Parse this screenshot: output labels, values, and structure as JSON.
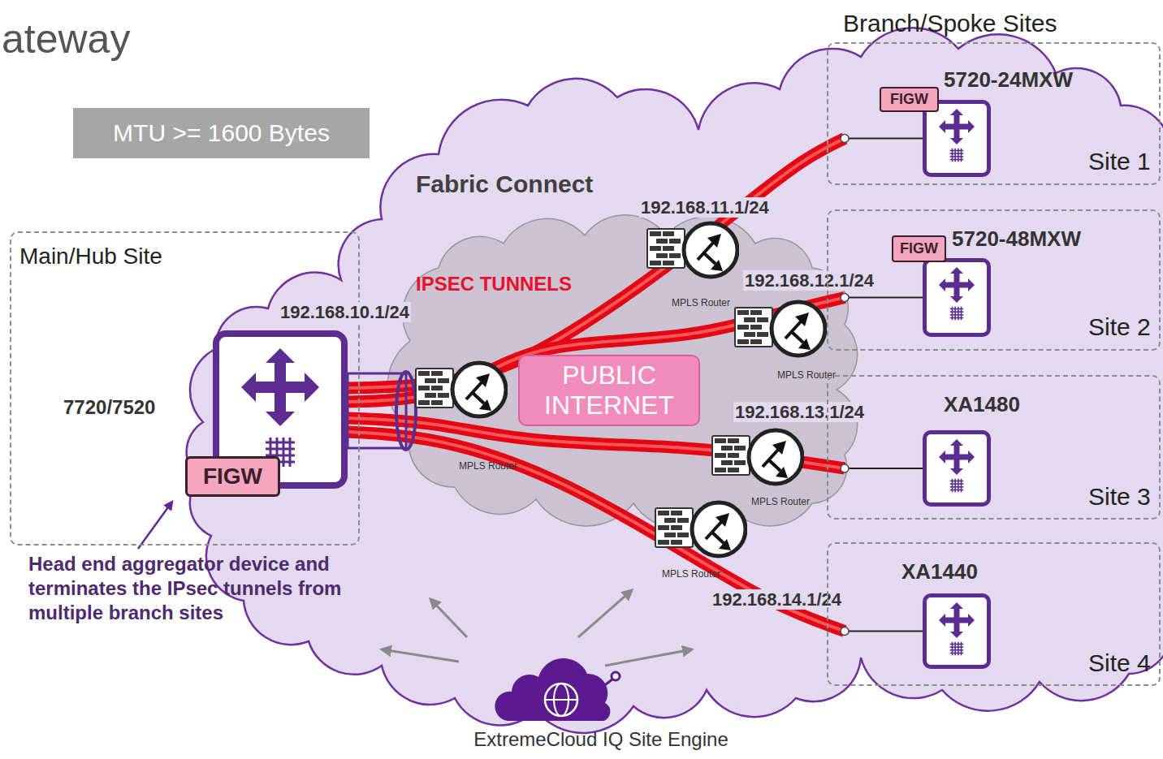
{
  "diagram": {
    "title": "ateway",
    "nodes": [
      {
        "text": [
          "Main/Hub Site"
        ]
      },
      {
        "text": [
          "7720/7520"
        ],
        "in": 0
      },
      {
        "text": [
          "FIGW"
        ],
        "in": 1
      },
      {
        "text": [
          "MTU >= 1600 Bytes"
        ]
      },
      {
        "text": [
          "192.168.10.1/24",
          "MPLS Router"
        ]
      },
      {
        "text": [
          "PUBLIC INTERNET"
        ]
      },
      {
        "text": [
          "192.168.11.1/24",
          "MPLS Router"
        ]
      },
      {
        "text": [
          "192.168.12.1/24",
          "MPLS Router"
        ]
      },
      {
        "text": [
          "192.168.13.1/24",
          "MPLS Router"
        ]
      },
      {
        "text": [
          "192.168.14.1/24",
          "MPLS Router"
        ]
      },
      {
        "text": [
          "Site 1"
        ]
      },
      {
        "text": [
          "5720-24MXW"
        ],
        "in": 10
      },
      {
        "text": [
          "FIGW"
        ],
        "in": 11
      },
      {
        "text": [
          "Site 2"
        ]
      },
      {
        "text": [
          "5720-48MXW"
        ],
        "in": 13
      },
      {
        "text": [
          "FIGW"
        ],
        "in": 14
      },
      {
        "text": [
          "Site 3"
        ]
      },
      {
        "text": [
          "XA1480"
        ],
        "in": 16
      },
      {
        "text": [
          "Site 4"
        ]
      },
      {
        "text": [
          "XA1440"
        ],
        "in": 18
      },
      {
        "text": [
          "ExtremeCloud IQ Site Engine"
        ]
      }
    ],
    "edges": [
      {
        "from": 1,
        "to": 11,
        "arrow": "none"
      },
      {
        "from": 1,
        "to": 14,
        "arrow": "none"
      },
      {
        "from": 1,
        "to": 17,
        "arrow": "none"
      },
      {
        "from": 1,
        "to": 19,
        "arrow": "none"
      }
    ],
    "labels": [
      "Branch/Spoke Sites",
      "Fabric Connect",
      "IPSEC TUNNELS",
      "Head end aggregator device and terminates the IPsec tunnels from multiple branch sites"
    ]
  }
}
